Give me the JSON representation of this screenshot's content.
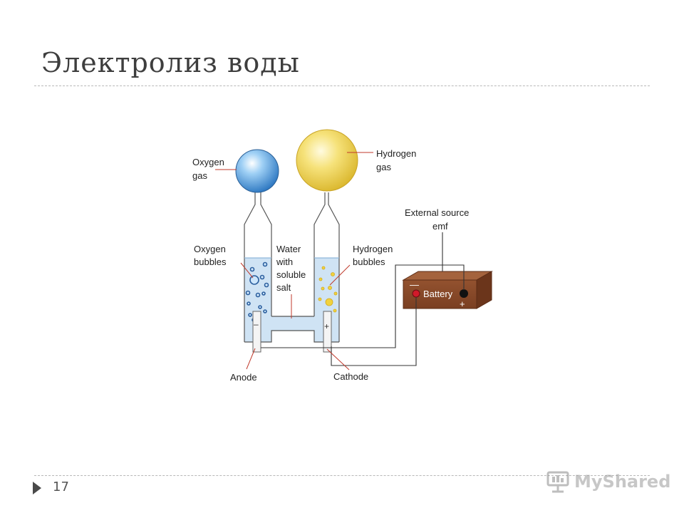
{
  "slide": {
    "title": "Электролиз воды",
    "page_number": "17"
  },
  "watermark": {
    "icon": "presentation-board-icon",
    "text": "MyShared"
  },
  "diagram": {
    "labels": {
      "oxygen_gas_1": "Oxygen",
      "oxygen_gas_2": "gas",
      "hydrogen_gas_1": "Hydrogen",
      "hydrogen_gas_2": "gas",
      "external_source_1": "External source",
      "external_source_2": "emf",
      "oxygen_bubbles_1": "Oxygen",
      "oxygen_bubbles_2": "bubbles",
      "water_1": "Water",
      "water_2": "with",
      "water_3": "soluble",
      "water_4": "salt",
      "hydrogen_bubbles_1": "Hydrogen",
      "hydrogen_bubbles_2": "bubbles",
      "battery": "Battery",
      "anode": "Anode",
      "cathode": "Cathode"
    },
    "signs": {
      "anode_minus": "–",
      "cathode_plus": "+",
      "battery_minus": "—",
      "battery_plus": "+"
    },
    "colors": {
      "water": "#cfe3f4",
      "oxygen_sphere": "#5aa8e6",
      "hydrogen_sphere": "#f2d54a",
      "battery": "#8a4a2a",
      "wire": "#333333"
    }
  }
}
